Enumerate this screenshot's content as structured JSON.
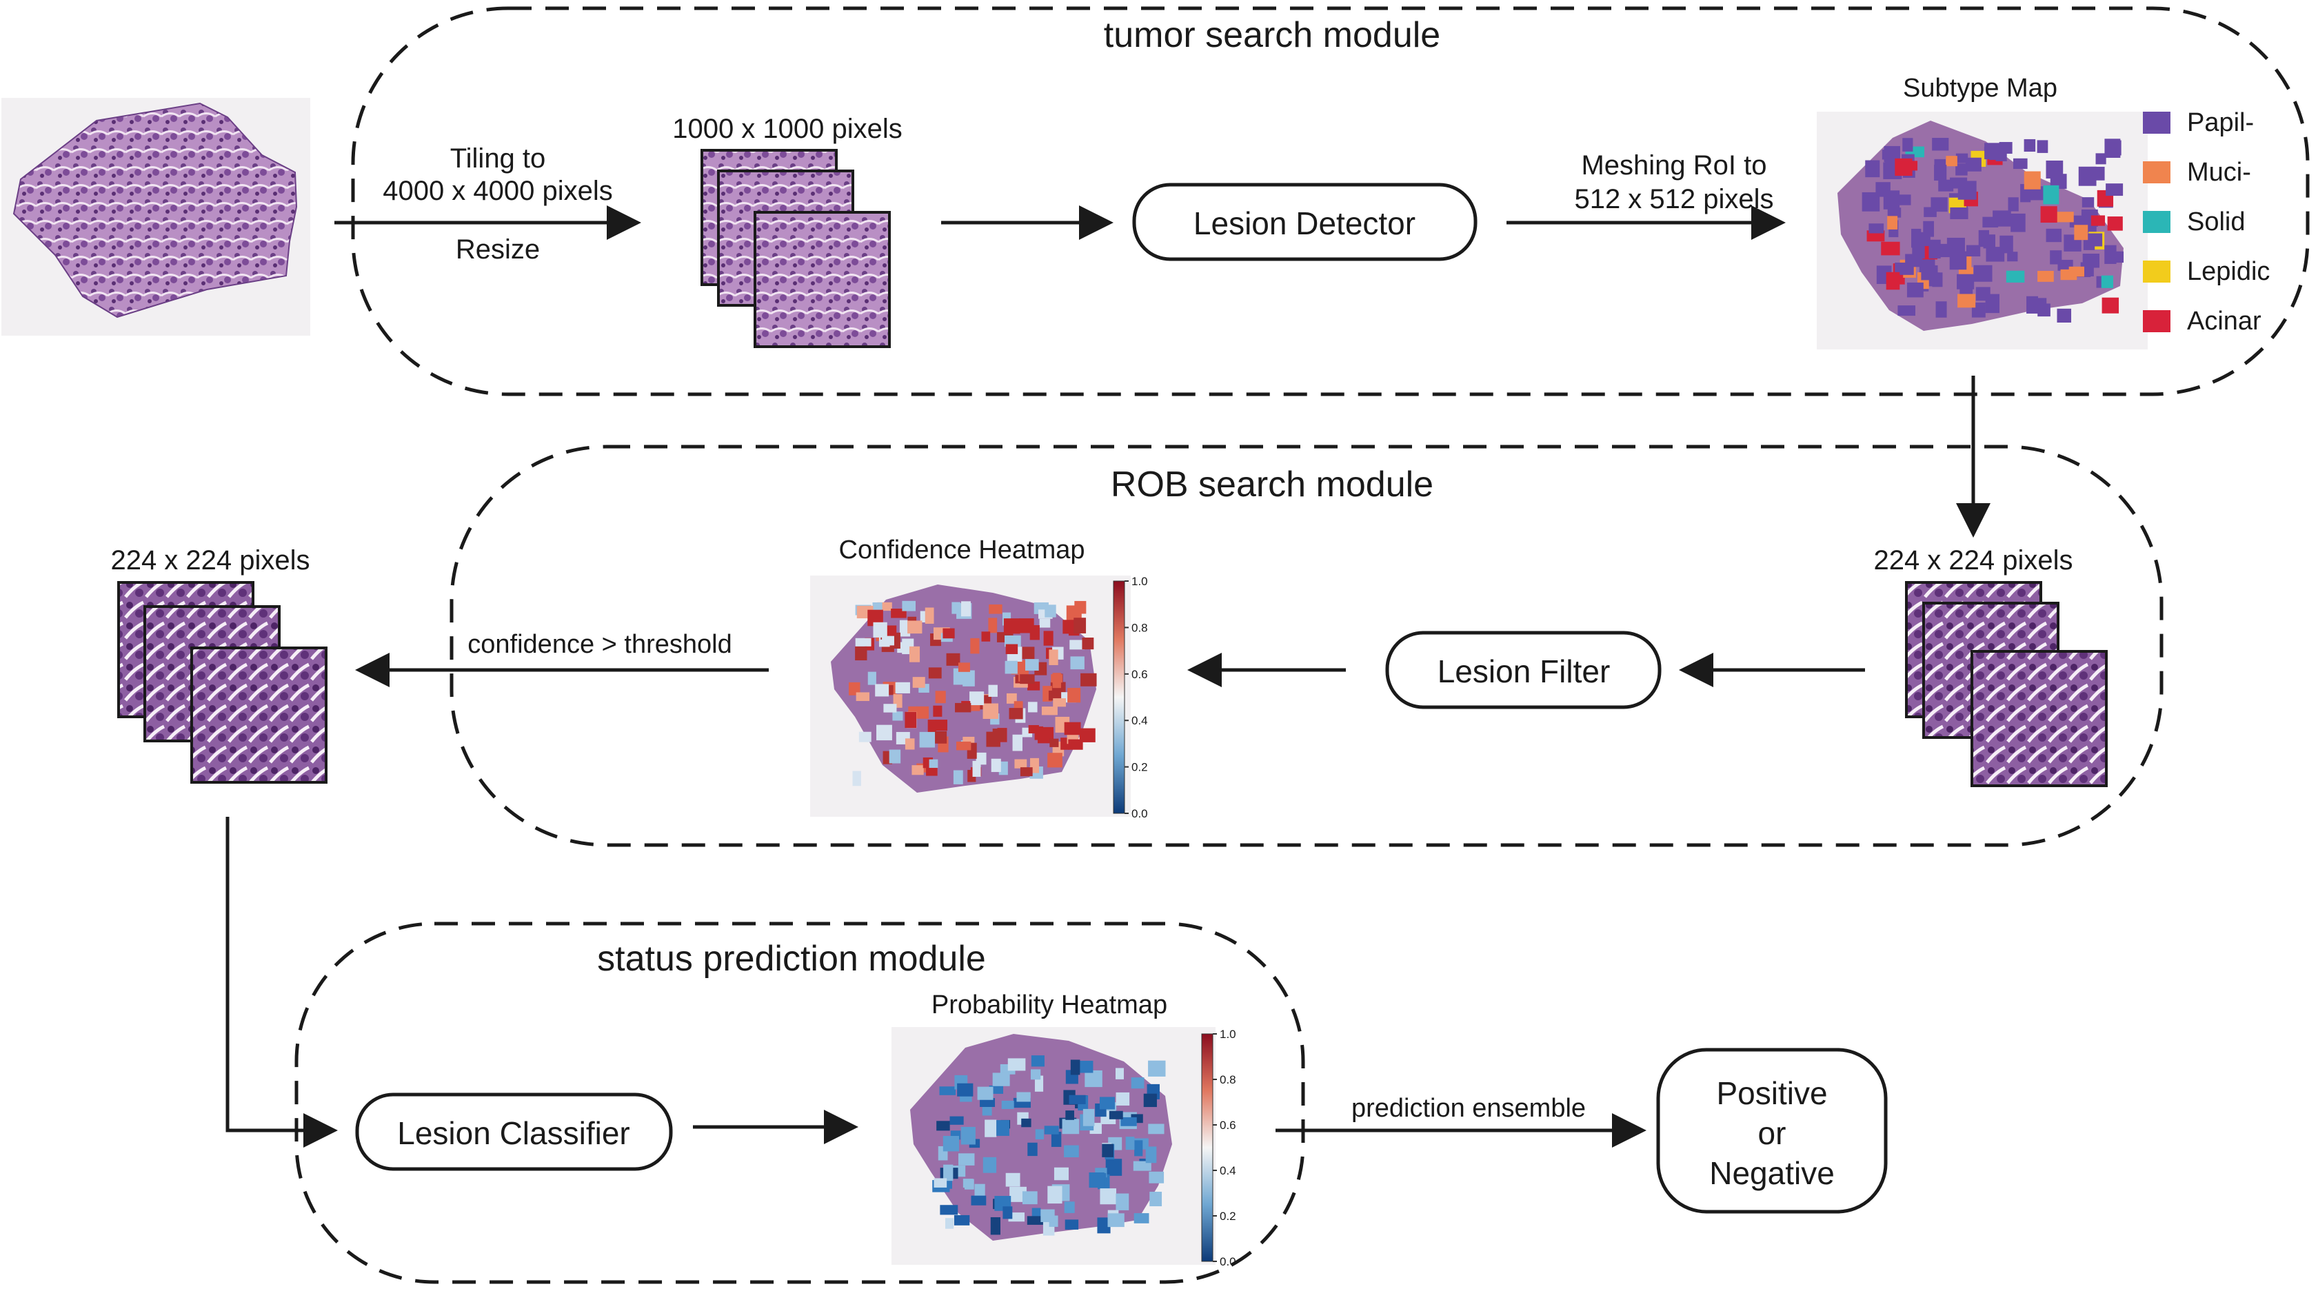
{
  "modules": {
    "tumor": {
      "title": "tumor search module"
    },
    "rob": {
      "title": "ROB search module"
    },
    "status": {
      "title": "status prediction module"
    }
  },
  "tiling": {
    "line1": "Tiling to",
    "line2": "4000 x 4000 pixels",
    "resize": "Resize",
    "tile_size": "1000 x 1000 pixels"
  },
  "lesion_detector": "Lesion Detector",
  "meshing": {
    "line1": "Meshing RoI to",
    "line2": "512 x 512 pixels"
  },
  "subtype_map": {
    "title": "Subtype Map",
    "legend": [
      {
        "label": "Papil-",
        "color": "#6a4aa8"
      },
      {
        "label": "Muci-",
        "color": "#f0844e"
      },
      {
        "label": "Solid",
        "color": "#2bb6b6"
      },
      {
        "label": "Lepidic",
        "color": "#f2cc1c"
      },
      {
        "label": "Acinar",
        "color": "#d8223a"
      }
    ]
  },
  "rob": {
    "patch_size_right": "224 x 224 pixels",
    "lesion_filter": "Lesion Filter",
    "confidence_title": "Confidence Heatmap",
    "threshold_label": "confidence > threshold",
    "patch_size_left": "224 x 224 pixels"
  },
  "colorbar_ticks": [
    "1.0",
    "0.8",
    "0.6",
    "0.4",
    "0.2",
    "0.0"
  ],
  "status": {
    "lesion_classifier": "Lesion Classifier",
    "probability_title": "Probability Heatmap",
    "ensemble_label": "prediction ensemble",
    "result": {
      "line1": "Positive",
      "line2": "or",
      "line3": "Negative"
    }
  },
  "colors": {
    "tissue": "#9a6fa8",
    "heat_red": "#c0282c",
    "heat_blue": "#1f5fa8"
  }
}
